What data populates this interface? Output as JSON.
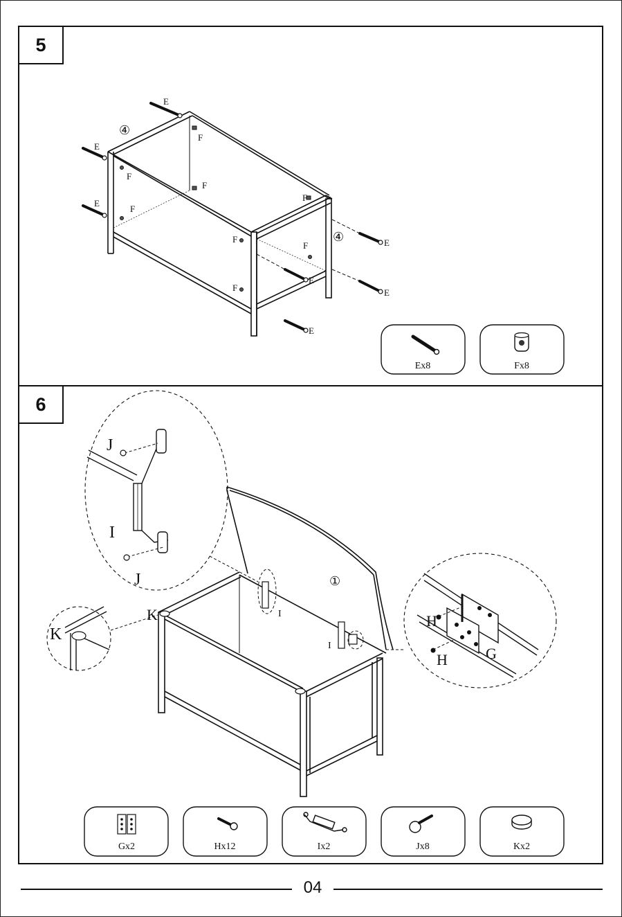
{
  "steps": [
    {
      "number": "5",
      "labels": {
        "e": "E",
        "f": "F",
        "ref": "④"
      },
      "parts": [
        {
          "name": "E",
          "qty": "Ex8"
        },
        {
          "name": "F",
          "qty": "Fx8"
        }
      ]
    },
    {
      "number": "6",
      "labels": {
        "j": "J",
        "i": "I",
        "k": "K",
        "h": "H",
        "g": "G",
        "ref": "①"
      },
      "parts": [
        {
          "name": "G",
          "qty": "Gx2"
        },
        {
          "name": "H",
          "qty": "Hx12"
        },
        {
          "name": "I",
          "qty": "Ix2"
        },
        {
          "name": "J",
          "qty": "Jx8"
        },
        {
          "name": "K",
          "qty": "Kx2"
        }
      ]
    }
  ],
  "footer": {
    "page_number": "04"
  }
}
